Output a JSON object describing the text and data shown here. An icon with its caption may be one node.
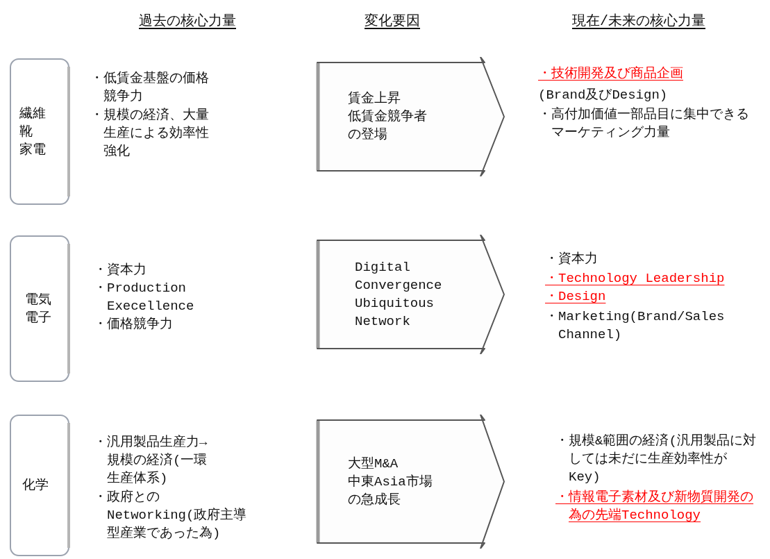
{
  "diagram": {
    "nodes": [
      {
        "text": [
          "繊維",
          "靴",
          "家電"
        ]
      },
      {
        "text": [
          "賃金上昇",
          "低賃金競争者の登場"
        ]
      },
      {
        "text": [
          "電気電子"
        ]
      },
      {
        "text": [
          "Digital Convergence",
          "Ubiquitous Network"
        ]
      },
      {
        "text": [
          "化学"
        ]
      },
      {
        "text": [
          "大型M&A",
          "中東Asia市場の急成長"
        ]
      }
    ],
    "labels": [
      "過去の核心力量",
      "変化要因",
      "現在/未来の核心力量",
      "・低賃金基盤の価格競争力",
      "・規模の経済、大量生産による効率性強化",
      "・技術開発及び商品企画",
      "(Brand及びDesign)",
      "・高付加価値一部品目に集中できるマーケティング力量",
      "・資本力",
      "・Production Execellence",
      "・価格競争力",
      "・資本力",
      "・Technology Leadership",
      "・Design",
      "・Marketing(Brand/Sales Channel)",
      "・汎用製品生産力→規模の経済(一環生産体系)",
      "・政府とのNetworking(政府主導型産業であった為)",
      "・規模&範囲の経済(汎用製品に対しては未だに生産効率性がKey)",
      "・情報電子素材及び新物質開発の為の先端Technology"
    ]
  }
}
